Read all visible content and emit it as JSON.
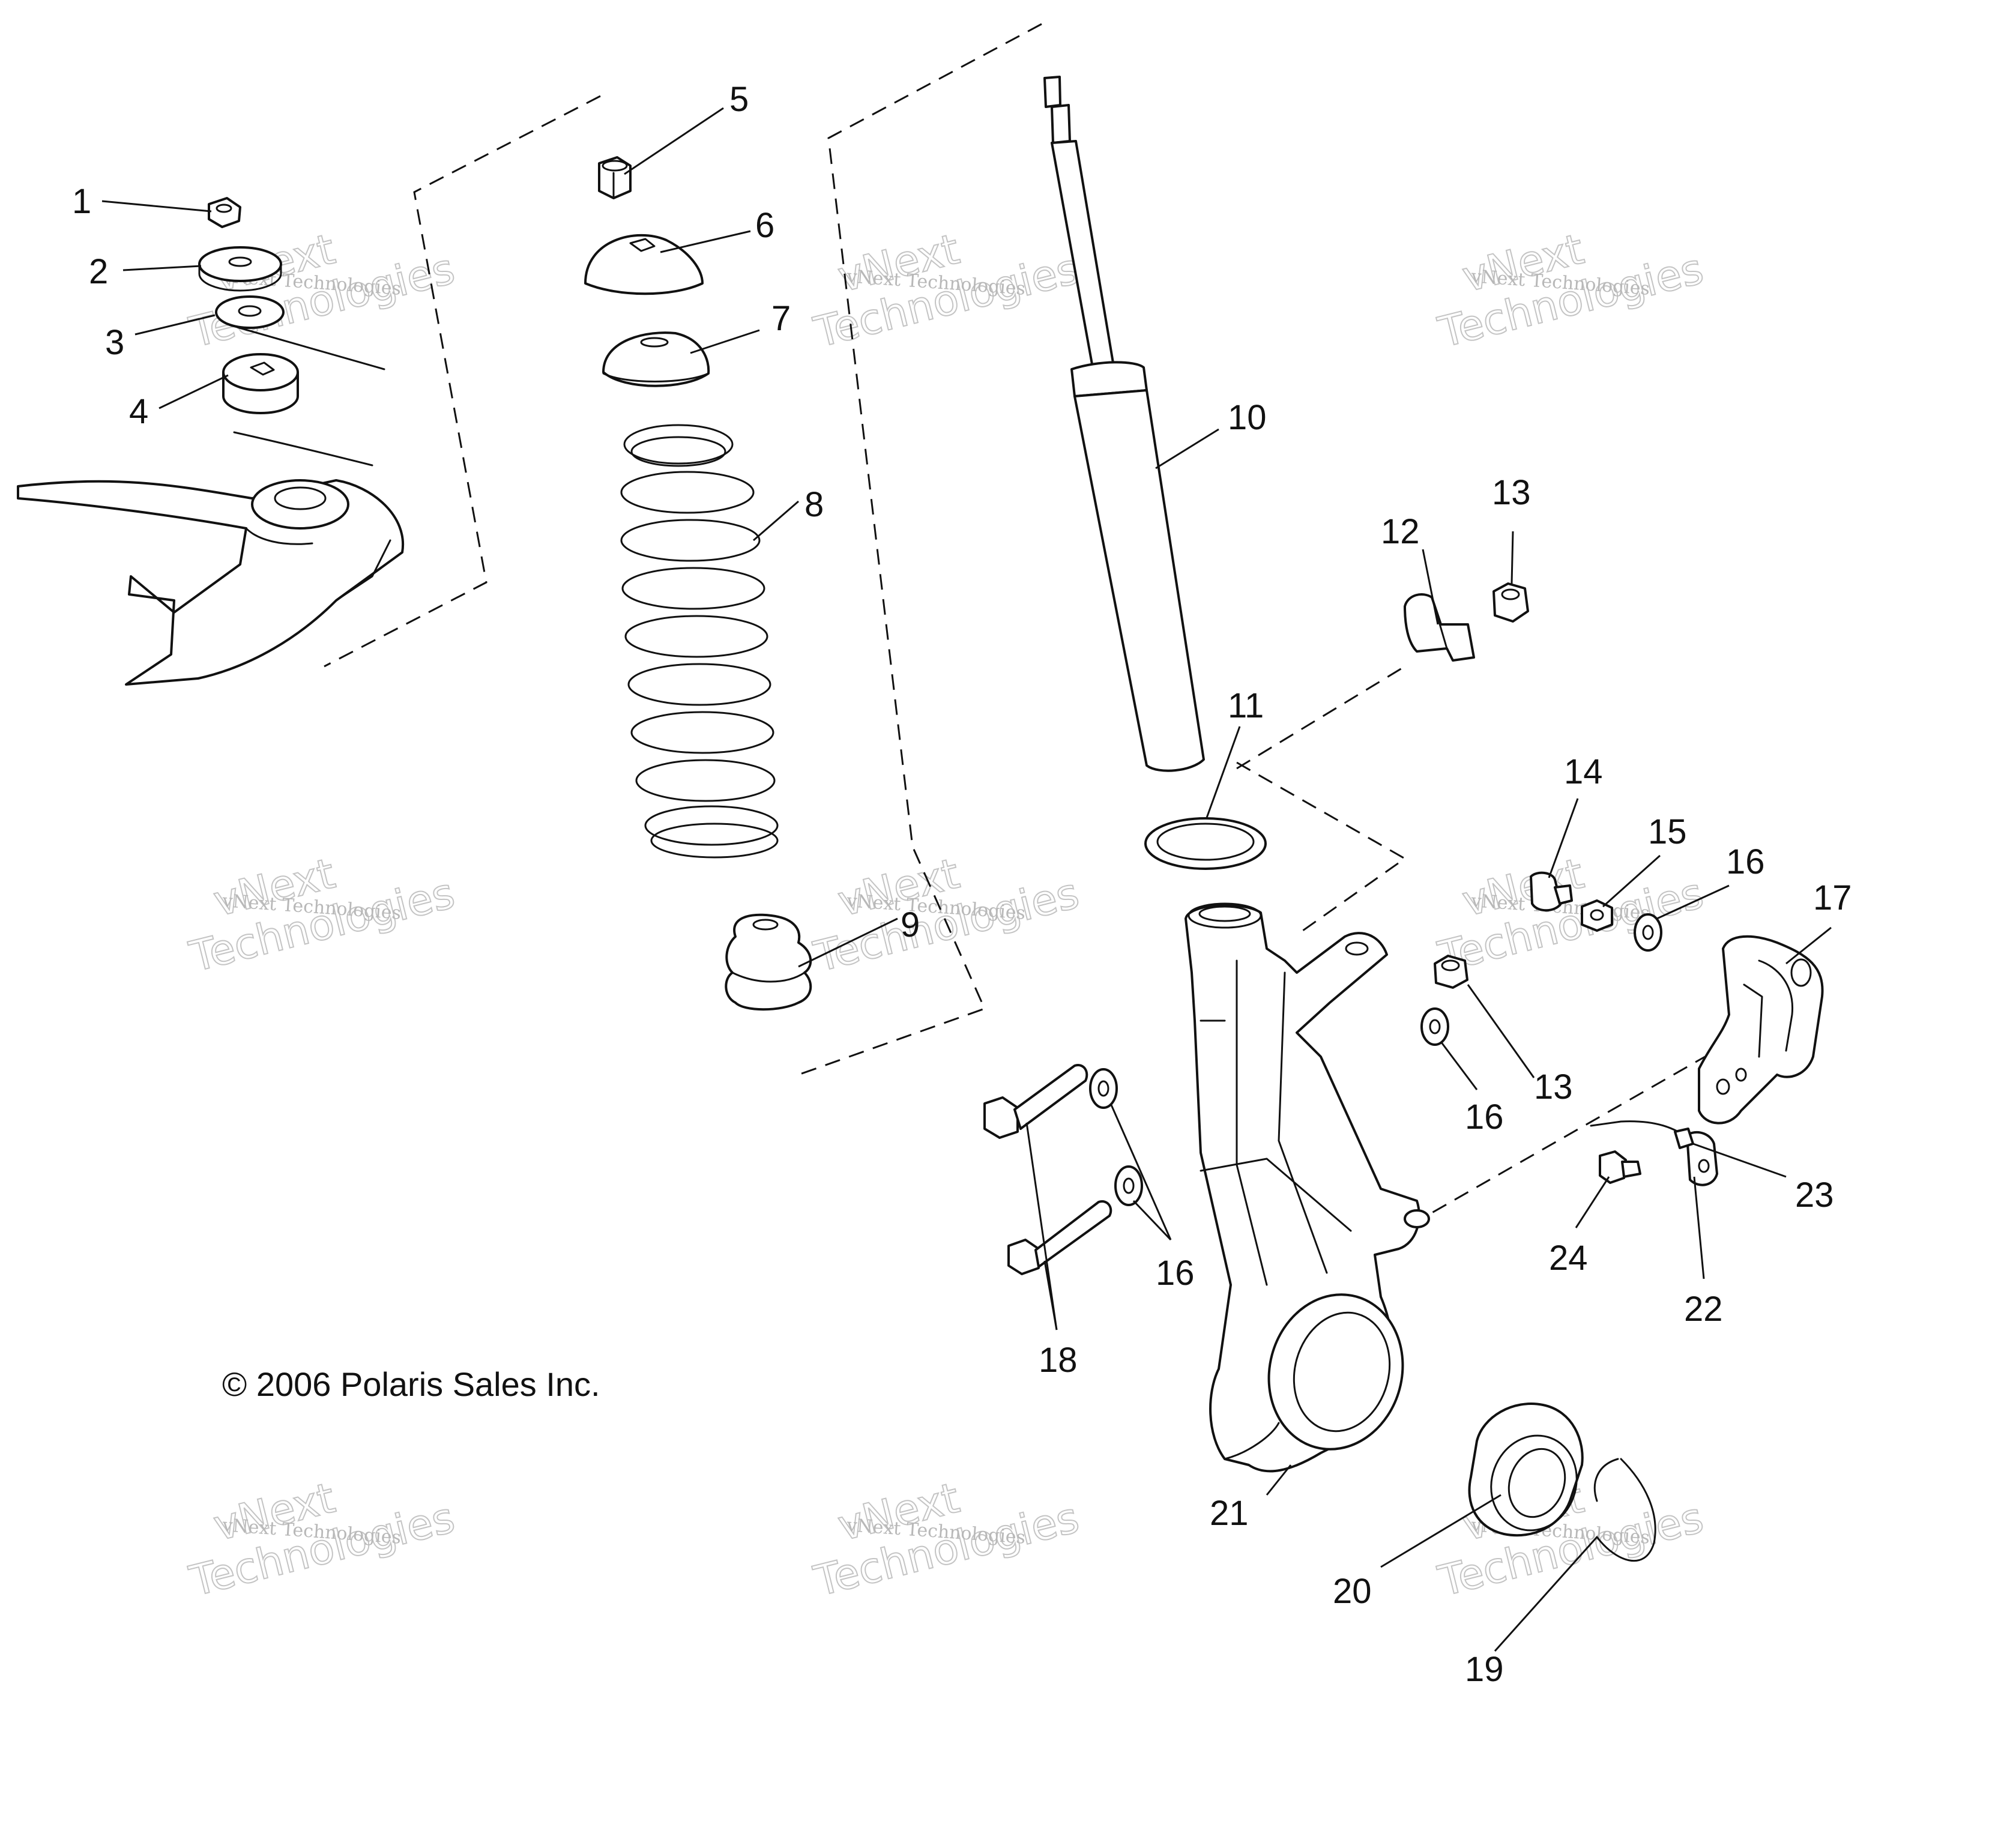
{
  "diagram": {
    "callouts": [
      "1",
      "2",
      "3",
      "4",
      "5",
      "6",
      "7",
      "8",
      "9",
      "10",
      "11",
      "12",
      "13",
      "13",
      "14",
      "15",
      "16",
      "16",
      "16",
      "17",
      "18",
      "19",
      "20",
      "21",
      "22",
      "23",
      "24"
    ],
    "copyright": "© 2006 Polaris Sales Inc.",
    "watermark": {
      "line1": "vNext Technologies",
      "line2": "vNext",
      "line3": "Technologies"
    }
  }
}
